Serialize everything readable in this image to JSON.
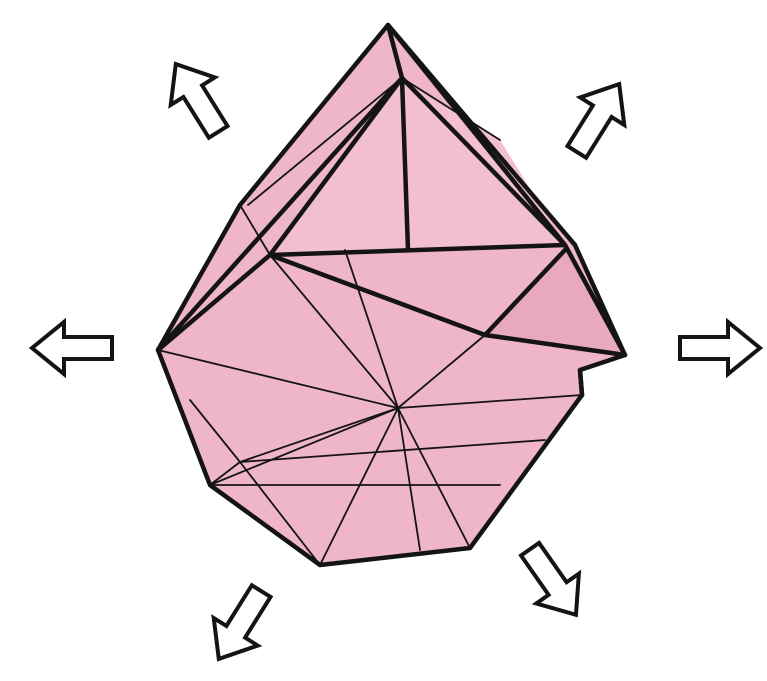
{
  "colors": {
    "background": "#ffffff",
    "body_fill": "#efb6c8",
    "upper_fill": "#f2bfd0",
    "shade_fill": "#e8a9bd",
    "edge": "#141414",
    "arrow_fill": "#ffffff"
  },
  "arrows": [
    {
      "name": "arrow-up-left",
      "direction": "up-left",
      "icon": "outward-arrow-icon"
    },
    {
      "name": "arrow-up-right",
      "direction": "up-right",
      "icon": "outward-arrow-icon"
    },
    {
      "name": "arrow-left",
      "direction": "left",
      "icon": "outward-arrow-icon"
    },
    {
      "name": "arrow-right",
      "direction": "right",
      "icon": "outward-arrow-icon"
    },
    {
      "name": "arrow-down-left",
      "direction": "down-left",
      "icon": "outward-arrow-icon"
    },
    {
      "name": "arrow-down-right",
      "direction": "down-right",
      "icon": "outward-arrow-icon"
    }
  ]
}
